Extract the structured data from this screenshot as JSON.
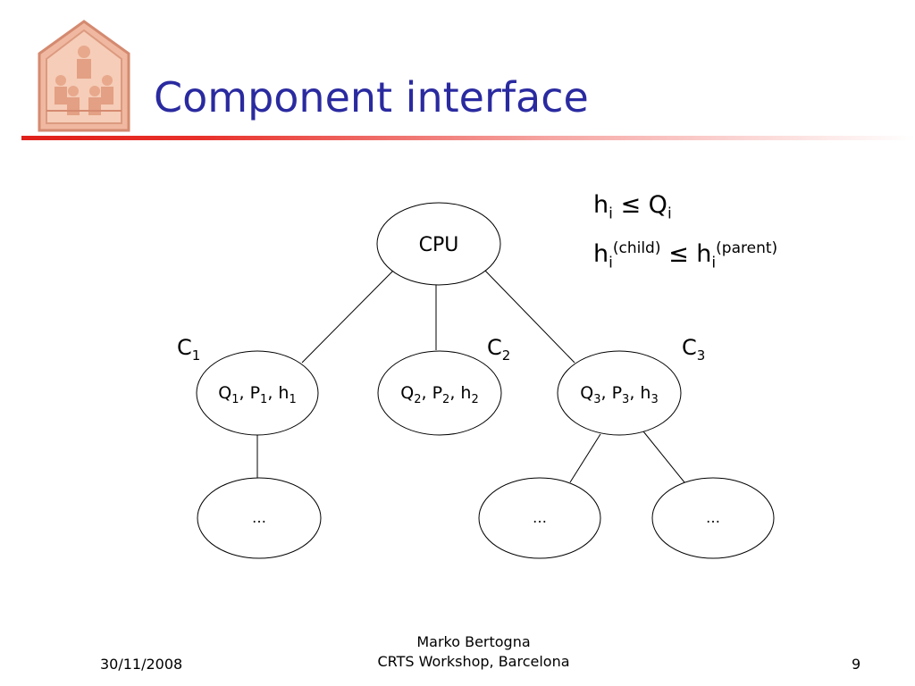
{
  "slide": {
    "title": "Component interface"
  },
  "formulas": {
    "line1": {
      "h": "h",
      "h_sub": "i",
      "rel": "≤",
      "q": "Q",
      "q_sub": "i"
    },
    "line2": {
      "h": "h",
      "h_sub": "i",
      "h_sup": "(child)",
      "rel": "≤",
      "h2": "h",
      "h2_sub": "i",
      "h2_sup": "(parent)"
    }
  },
  "tree": {
    "root": "CPU",
    "components": [
      {
        "label": "C",
        "index": "1",
        "Q": "Q",
        "P": "P",
        "h": "h"
      },
      {
        "label": "C",
        "index": "2",
        "Q": "Q",
        "P": "P",
        "h": "h"
      },
      {
        "label": "C",
        "index": "3",
        "Q": "Q",
        "P": "P",
        "h": "h"
      }
    ],
    "leaf_label": "…"
  },
  "footer": {
    "date": "30/11/2008",
    "author": "Marko Bertogna",
    "venue": "CRTS Workshop, Barcelona",
    "page_number": "9"
  }
}
